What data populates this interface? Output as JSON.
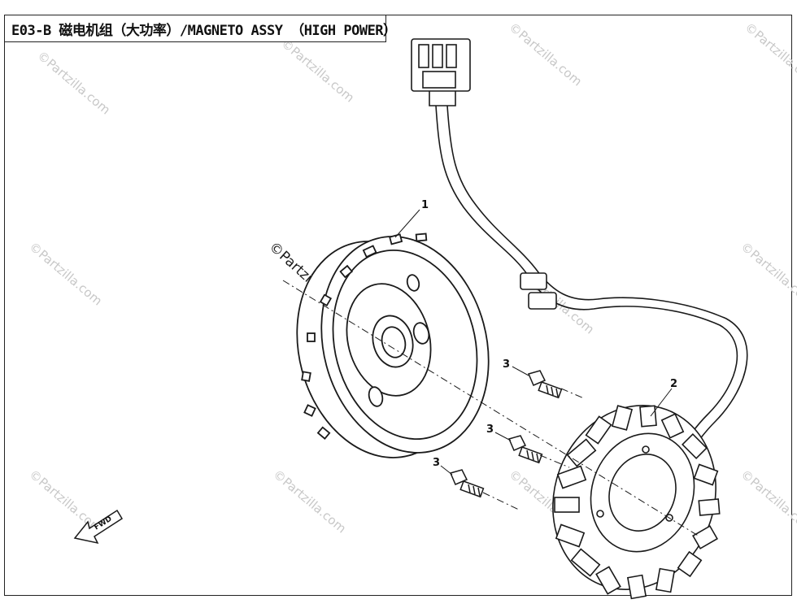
{
  "title": "E03-B 磁电机组（大功率）/MAGNETO ASSY （HIGH POWER）",
  "callouts": [
    {
      "id": "flywheel",
      "label": "1"
    },
    {
      "id": "stator",
      "label": "2"
    },
    {
      "id": "bolt-a",
      "label": "3"
    },
    {
      "id": "bolt-b",
      "label": "3"
    },
    {
      "id": "bolt-c",
      "label": "3"
    }
  ],
  "fwd_label": "FWD",
  "watermark": "©Partzilla.com",
  "watermark_strong": "©Partzilla.com",
  "colors": {
    "line": "#1a1a1a",
    "watermark": "#c8c8c8",
    "background": "#ffffff"
  }
}
